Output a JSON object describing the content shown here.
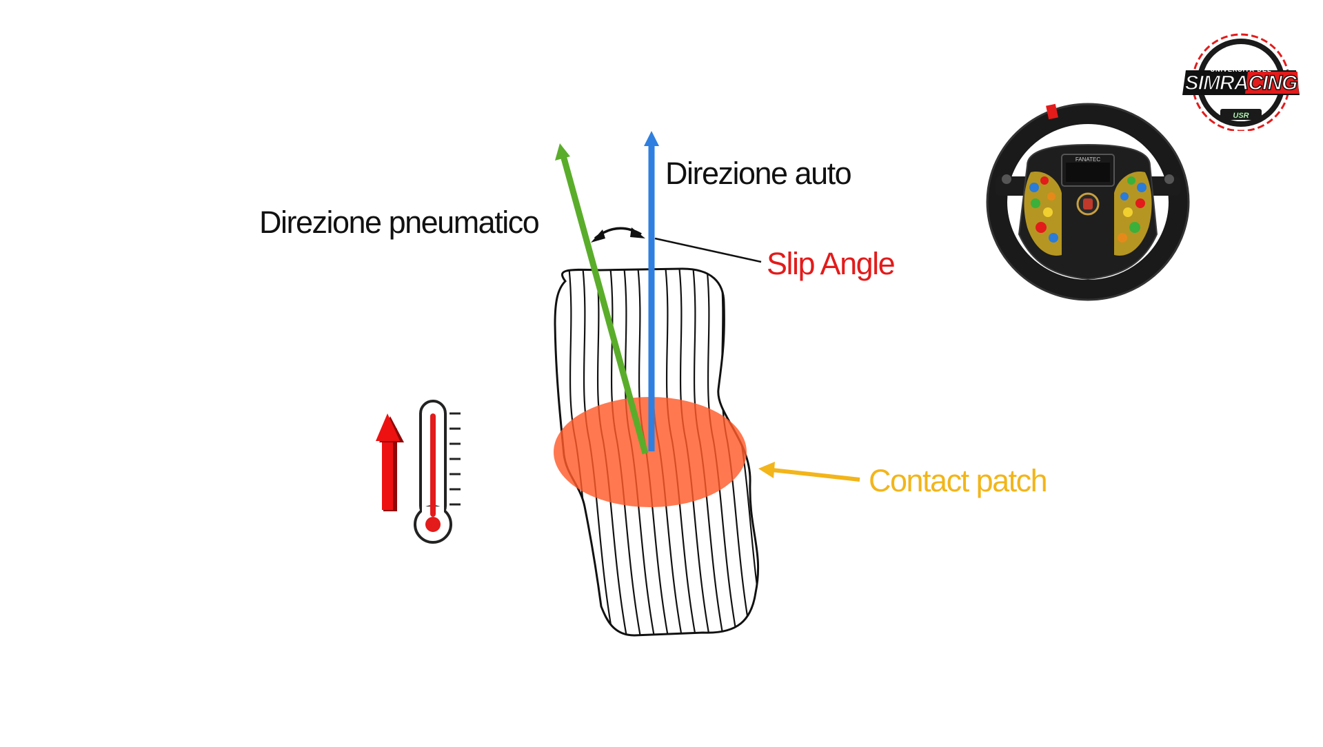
{
  "labels": {
    "car_direction": "Direzione auto",
    "tyre_direction": "Direzione pneumatico",
    "slip_angle": "Slip Angle",
    "contact_patch": "Contact patch"
  },
  "logo": {
    "line1": "UNIVERSITÀ DEL",
    "line2": "SIMRACING",
    "line3": "USR"
  },
  "wheel": {
    "brand": "FANATEC"
  },
  "icons": {
    "temperature": "thermometer-icon",
    "increase": "up-arrow-icon",
    "steering_wheel": "steering-wheel-icon"
  },
  "colors": {
    "car_direction": "#2f7fe0",
    "tyre_direction": "#5aad2a",
    "slip_angle": "#e31b1b",
    "contact_patch": "#ff5a2a",
    "contact_patch_label": "#f2b51a",
    "temperature_arrow": "#ee1111",
    "text": "#111111"
  }
}
